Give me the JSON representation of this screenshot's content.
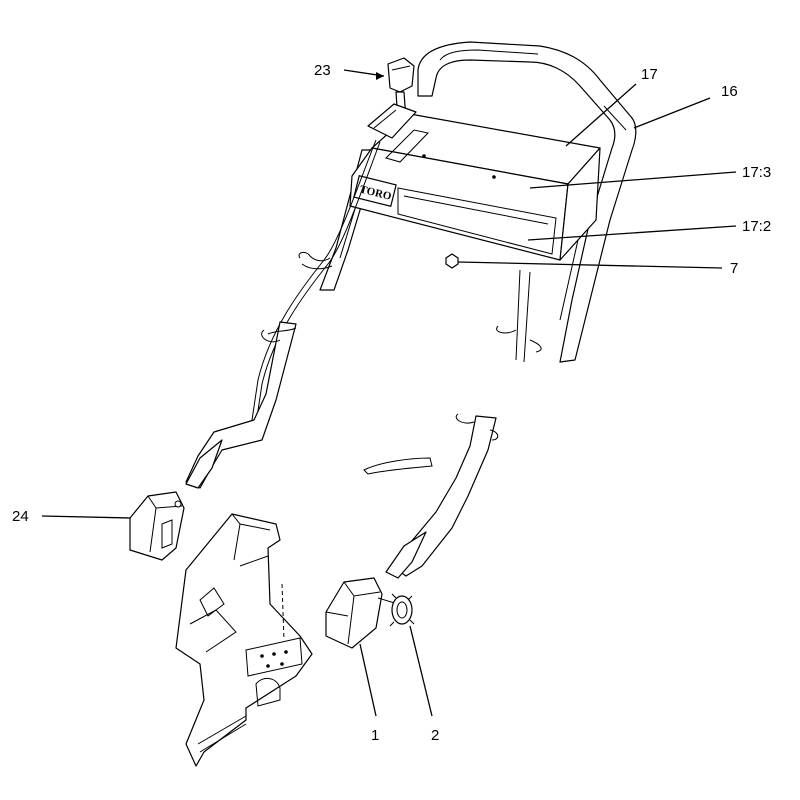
{
  "diagram": {
    "logo_text": "TORO",
    "callouts": {
      "c23": "23",
      "c17": "17",
      "c16": "16",
      "c17_3": "17:3",
      "c17_2": "17:2",
      "c7": "7",
      "c24": "24",
      "c1": "1",
      "c2": "2"
    }
  }
}
